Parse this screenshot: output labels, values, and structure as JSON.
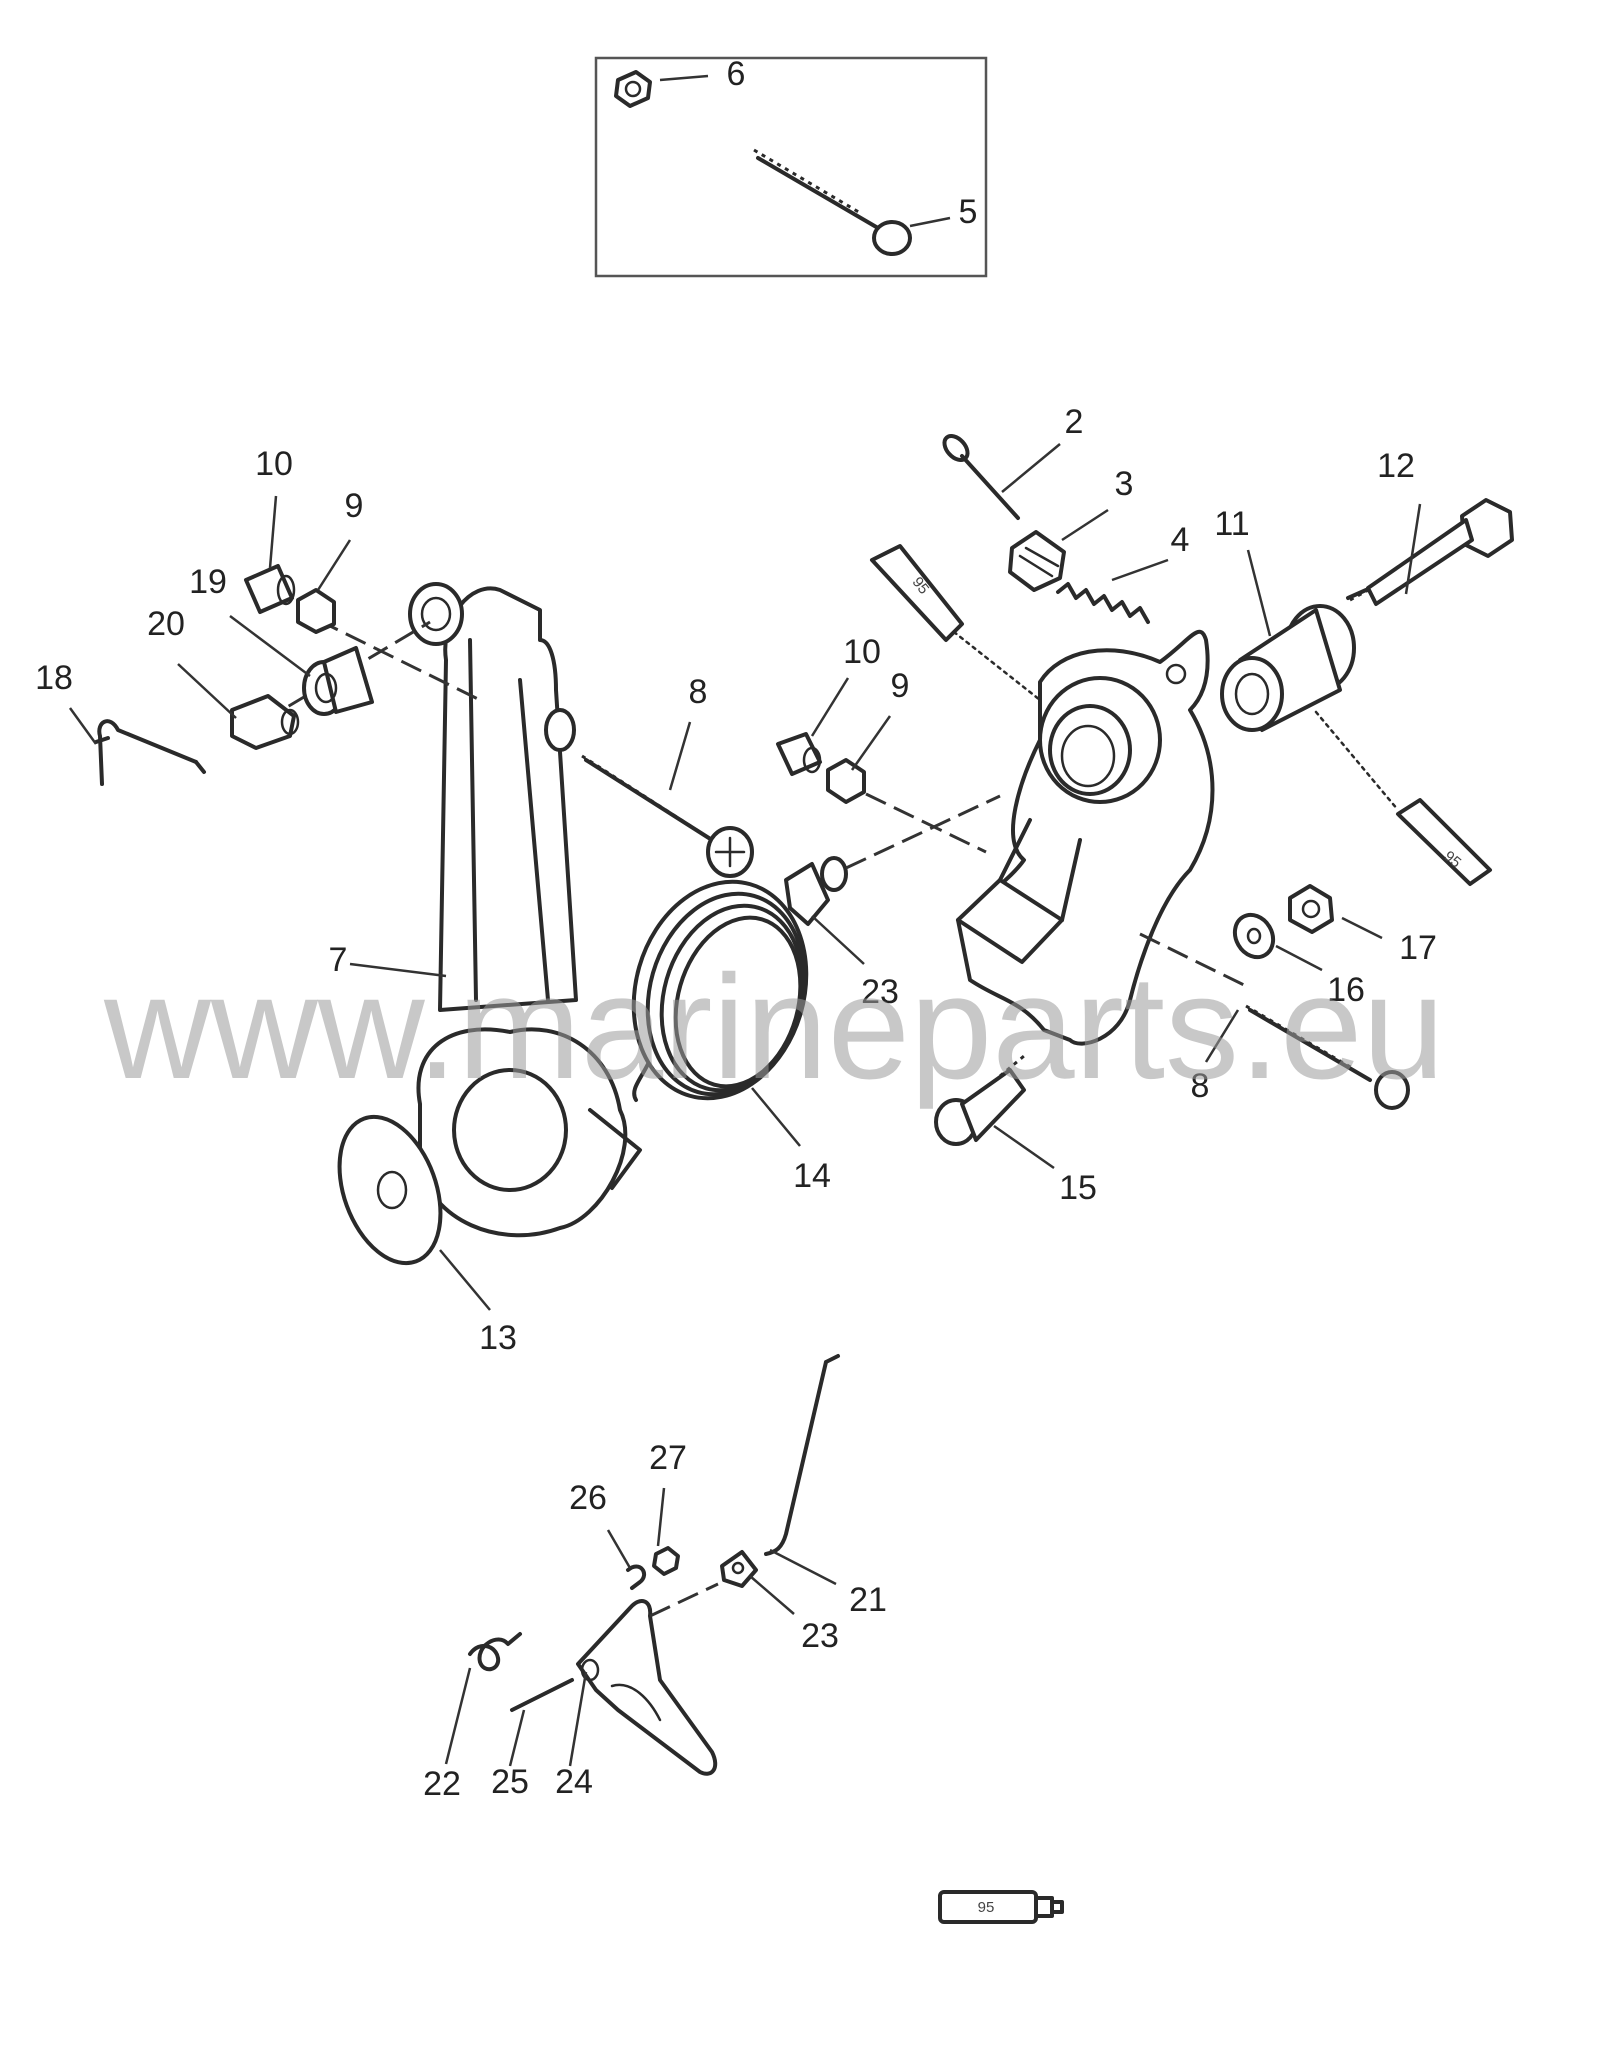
{
  "watermark": "www.marineparts.eu",
  "tube_label": "95",
  "callouts": [
    {
      "id": "c6",
      "label": "6"
    },
    {
      "id": "c5",
      "label": "5"
    },
    {
      "id": "c2",
      "label": "2"
    },
    {
      "id": "c3",
      "label": "3"
    },
    {
      "id": "c4",
      "label": "4"
    },
    {
      "id": "c12",
      "label": "12"
    },
    {
      "id": "c11",
      "label": "11"
    },
    {
      "id": "c10a",
      "label": "10"
    },
    {
      "id": "c9a",
      "label": "9"
    },
    {
      "id": "c19",
      "label": "19"
    },
    {
      "id": "c20",
      "label": "20"
    },
    {
      "id": "c18",
      "label": "18"
    },
    {
      "id": "c8a",
      "label": "8"
    },
    {
      "id": "c10b",
      "label": "10"
    },
    {
      "id": "c9b",
      "label": "9"
    },
    {
      "id": "c7",
      "label": "7"
    },
    {
      "id": "c23a",
      "label": "23"
    },
    {
      "id": "c17",
      "label": "17"
    },
    {
      "id": "c16",
      "label": "16"
    },
    {
      "id": "c8b",
      "label": "8"
    },
    {
      "id": "c14",
      "label": "14"
    },
    {
      "id": "c15",
      "label": "15"
    },
    {
      "id": "c13",
      "label": "13"
    },
    {
      "id": "c27",
      "label": "27"
    },
    {
      "id": "c26",
      "label": "26"
    },
    {
      "id": "c21",
      "label": "21"
    },
    {
      "id": "c23b",
      "label": "23"
    },
    {
      "id": "c22",
      "label": "22"
    },
    {
      "id": "c25",
      "label": "25"
    },
    {
      "id": "c24",
      "label": "24"
    }
  ]
}
